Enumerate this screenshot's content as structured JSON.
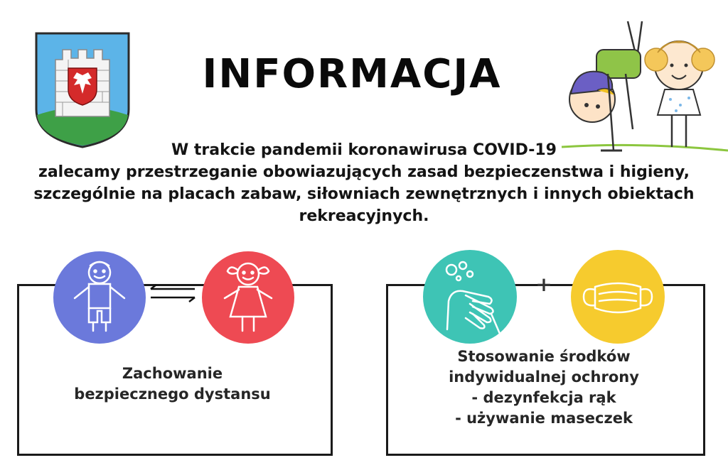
{
  "header": {
    "title": "INFORMACJA"
  },
  "intro": {
    "line1": "W trakcie pandemii koronawirusa COVID-19",
    "line2": "zalecamy przestrzeganie obowiazujących zasad bezpieczenstwa i higieny,",
    "line3": "szczególnie na placach zabaw, siłowniach zewnętrznych i innych obiektach",
    "line4": "rekreacyjnych."
  },
  "left_panel": {
    "caption_line1": "Zachowanie",
    "caption_line2": "bezpiecznego dystansu",
    "icons": [
      "boy-icon",
      "exchange-arrows-icon",
      "girl-icon"
    ]
  },
  "right_panel": {
    "plus": "+",
    "caption_line1": "Stosowanie środków",
    "caption_line2": "indywidualnej ochrony",
    "caption_line3": "- dezynfekcja rąk",
    "caption_line4": "- używanie maseczek",
    "icons": [
      "washing-hands-icon",
      "face-mask-icon"
    ]
  },
  "colors": {
    "boy_circle": "#6b79db",
    "girl_circle": "#ee4a53",
    "hands_circle": "#3ec4b5",
    "mask_circle": "#f6cb2e",
    "crest_sky": "#5cb4e8",
    "crest_grass": "#3ea047",
    "crest_shield": "#d42a2a"
  }
}
